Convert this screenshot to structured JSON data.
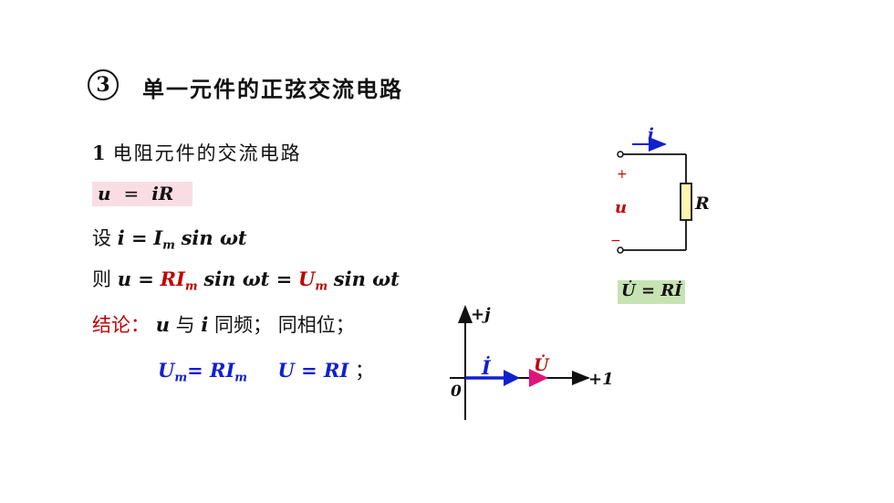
{
  "heading": {
    "number": "3",
    "title": "单一元件的正弦交流电路"
  },
  "section": {
    "number": "1",
    "title": "电阻元件的交流电路"
  },
  "eq_basic": {
    "u": "u",
    "equals": "=",
    "rhs": "iR"
  },
  "assume": {
    "prefix": "设",
    "lhs": "i =",
    "I": "I",
    "m": "m",
    "rest": "sin ωt"
  },
  "then": {
    "prefix": "则",
    "lhs": "u =",
    "RI": "RI",
    "m1": "m",
    "mid": "sin ωt =",
    "U": "U",
    "m2": "m",
    "rest": "sin ωt"
  },
  "conclusion": {
    "label": "结论：",
    "u": "u",
    "yu": "与",
    "i": "i",
    "text1": "同频；",
    "text2": "同相位；"
  },
  "result": {
    "Um": "U",
    "m1": "m",
    "eq1": "= RI",
    "m2": "m",
    "eq2": "U = RI",
    "tail": "；"
  },
  "phasor_eq": {
    "text": "U̇ = Rİ"
  },
  "circuit": {
    "current_label": "i",
    "plus": "+",
    "voltage_label": "u",
    "minus": "−",
    "resistor_label": "R"
  },
  "phasor": {
    "axis_imag": "+j",
    "axis_real": "+1",
    "origin": "0",
    "current": "İ",
    "voltage": "U̇"
  },
  "colors": {
    "red": "#c00000",
    "blue": "#1020d0",
    "magenta": "#e0157a",
    "pink_box": "#f9dde5",
    "green_box": "#c7e3b3"
  }
}
